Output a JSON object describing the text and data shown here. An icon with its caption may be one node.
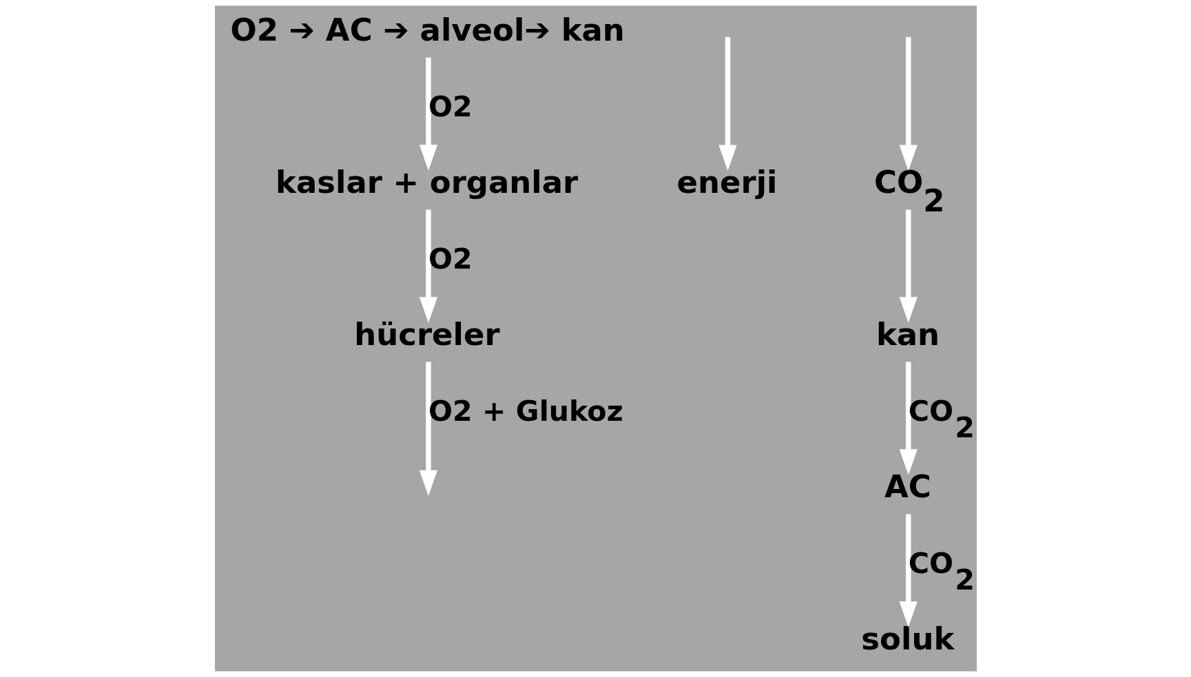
{
  "diagram": {
    "nodes": [
      {
        "text": [
          "O2 ➔ AC ➔ alveol➔ kan"
        ]
      },
      {
        "text": [
          "kaslar + organlar"
        ]
      },
      {
        "text": [
          "hücreler"
        ]
      },
      {
        "text": [
          "enerji"
        ]
      },
      {
        "text": [
          "CO$_{2}$"
        ]
      },
      {
        "text": [
          "kan"
        ]
      },
      {
        "text": [
          "AC"
        ]
      },
      {
        "text": [
          "soluk"
        ]
      }
    ],
    "edges": [
      {
        "from": 0,
        "to": 1,
        "arrow": "to",
        "label": "O2"
      },
      {
        "from": 1,
        "to": 2,
        "arrow": "to",
        "label": "O2"
      },
      {
        "from": 2,
        "to": null,
        "arrow": "to",
        "label": "O2 + Glukoz"
      },
      {
        "from": null,
        "to": 3,
        "arrow": "to"
      },
      {
        "from": null,
        "to": 4,
        "arrow": "to"
      },
      {
        "from": 4,
        "to": 5,
        "arrow": "to"
      },
      {
        "from": 5,
        "to": 6,
        "arrow": "to",
        "label": "CO$_{2}$"
      },
      {
        "from": 6,
        "to": 7,
        "arrow": "to",
        "label": "CO$_{2}$"
      }
    ]
  }
}
